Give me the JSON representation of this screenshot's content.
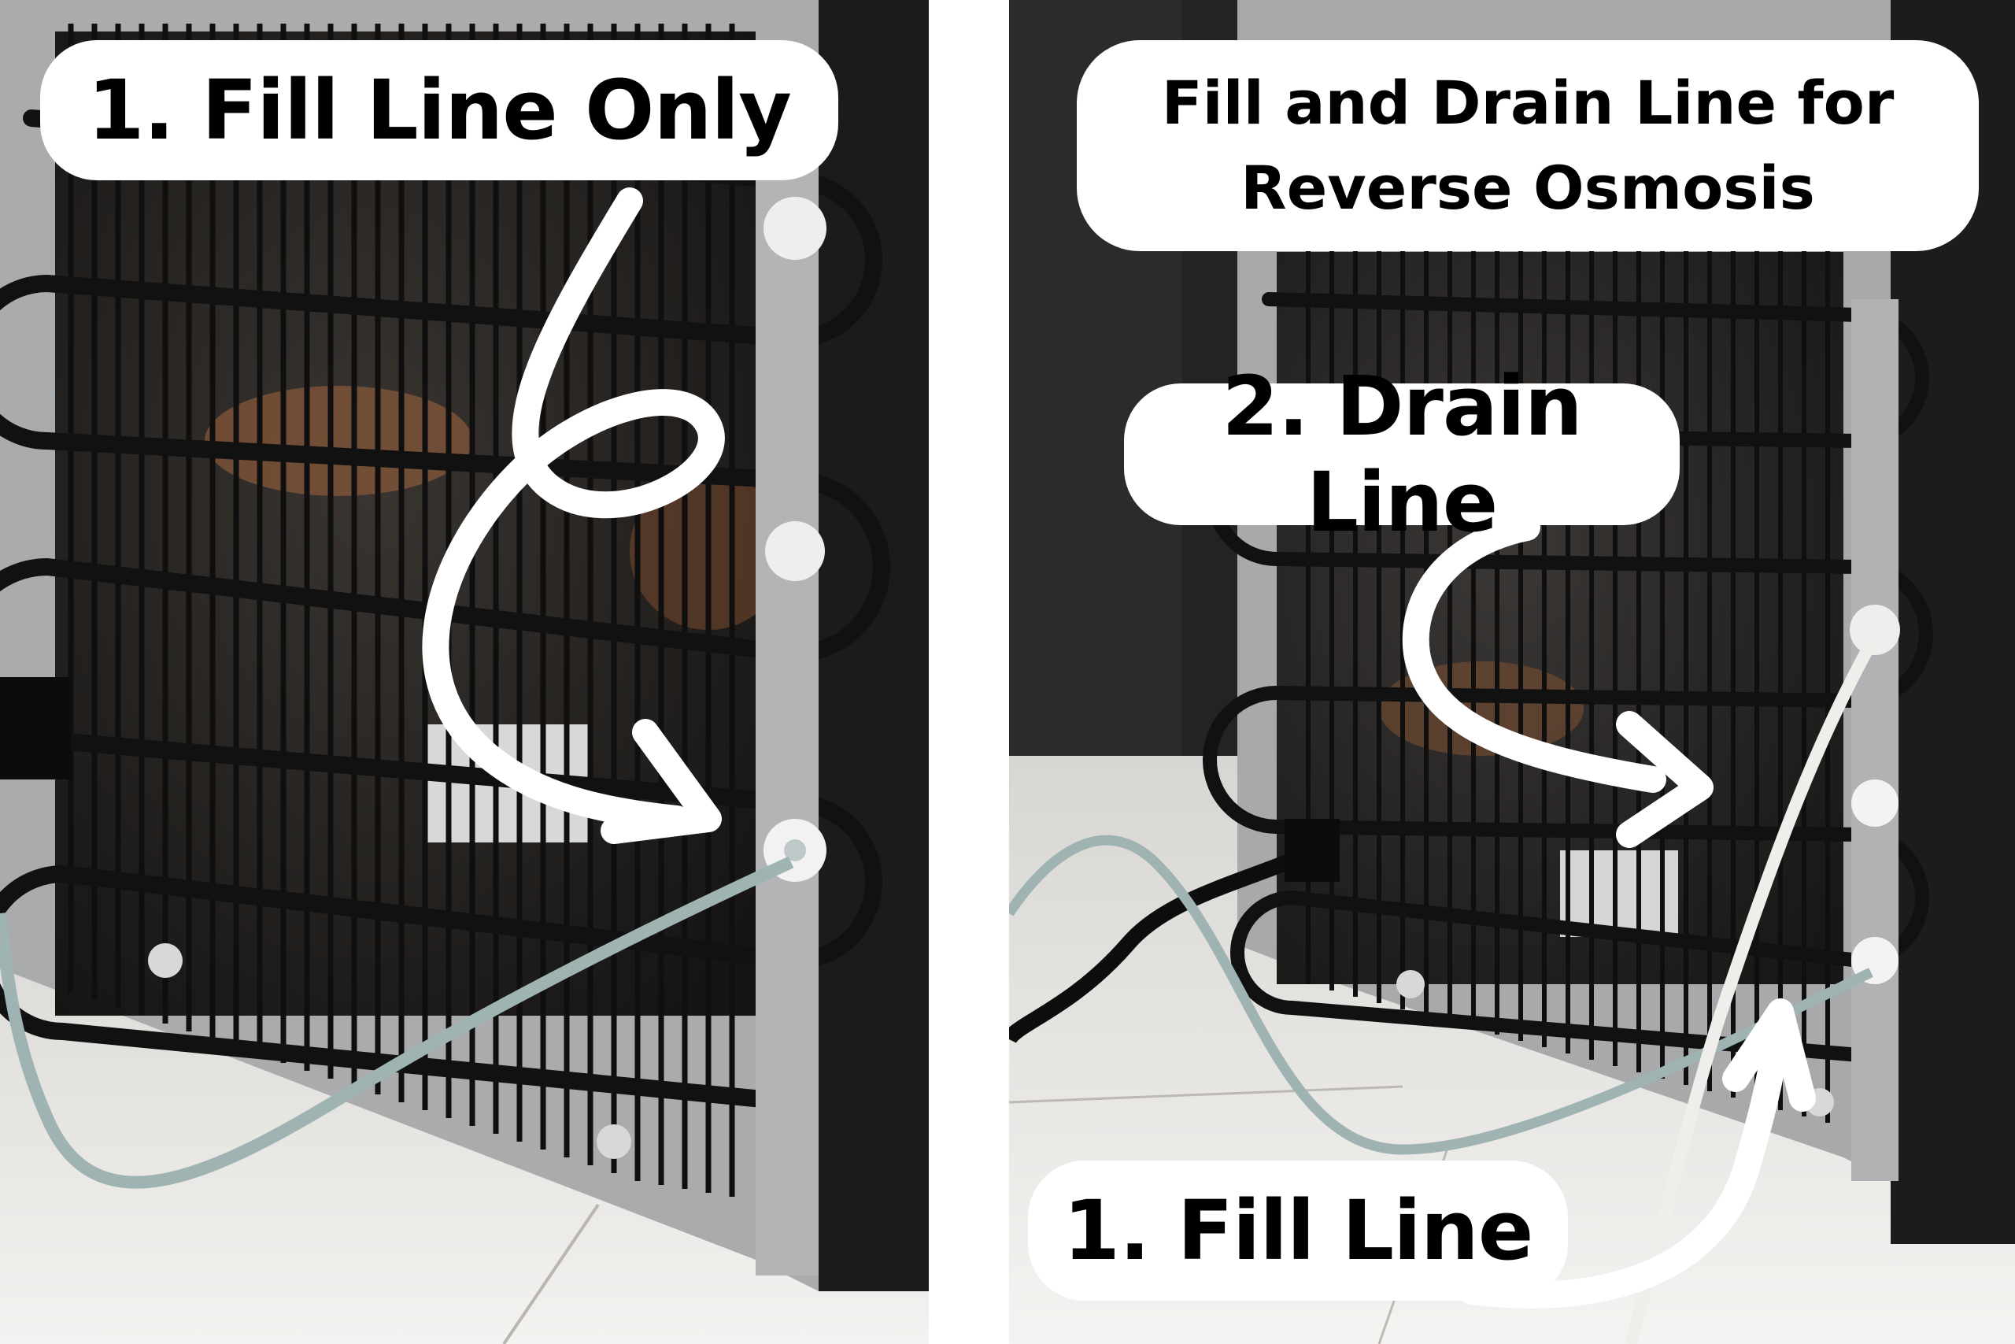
{
  "labels": {
    "fill_only": "1. Fill Line Only",
    "title_line1": "Fill and Drain Line for",
    "title_line2": "Reverse Osmosis",
    "drain": "2. Drain Line",
    "fill": "1.  Fill Line"
  },
  "colors": {
    "label_background": "#ffffff",
    "label_text": "#000000",
    "arrow": "#ffffff",
    "fill_tube": "#9fb3b3",
    "drain_tube": "#eeeeea"
  }
}
